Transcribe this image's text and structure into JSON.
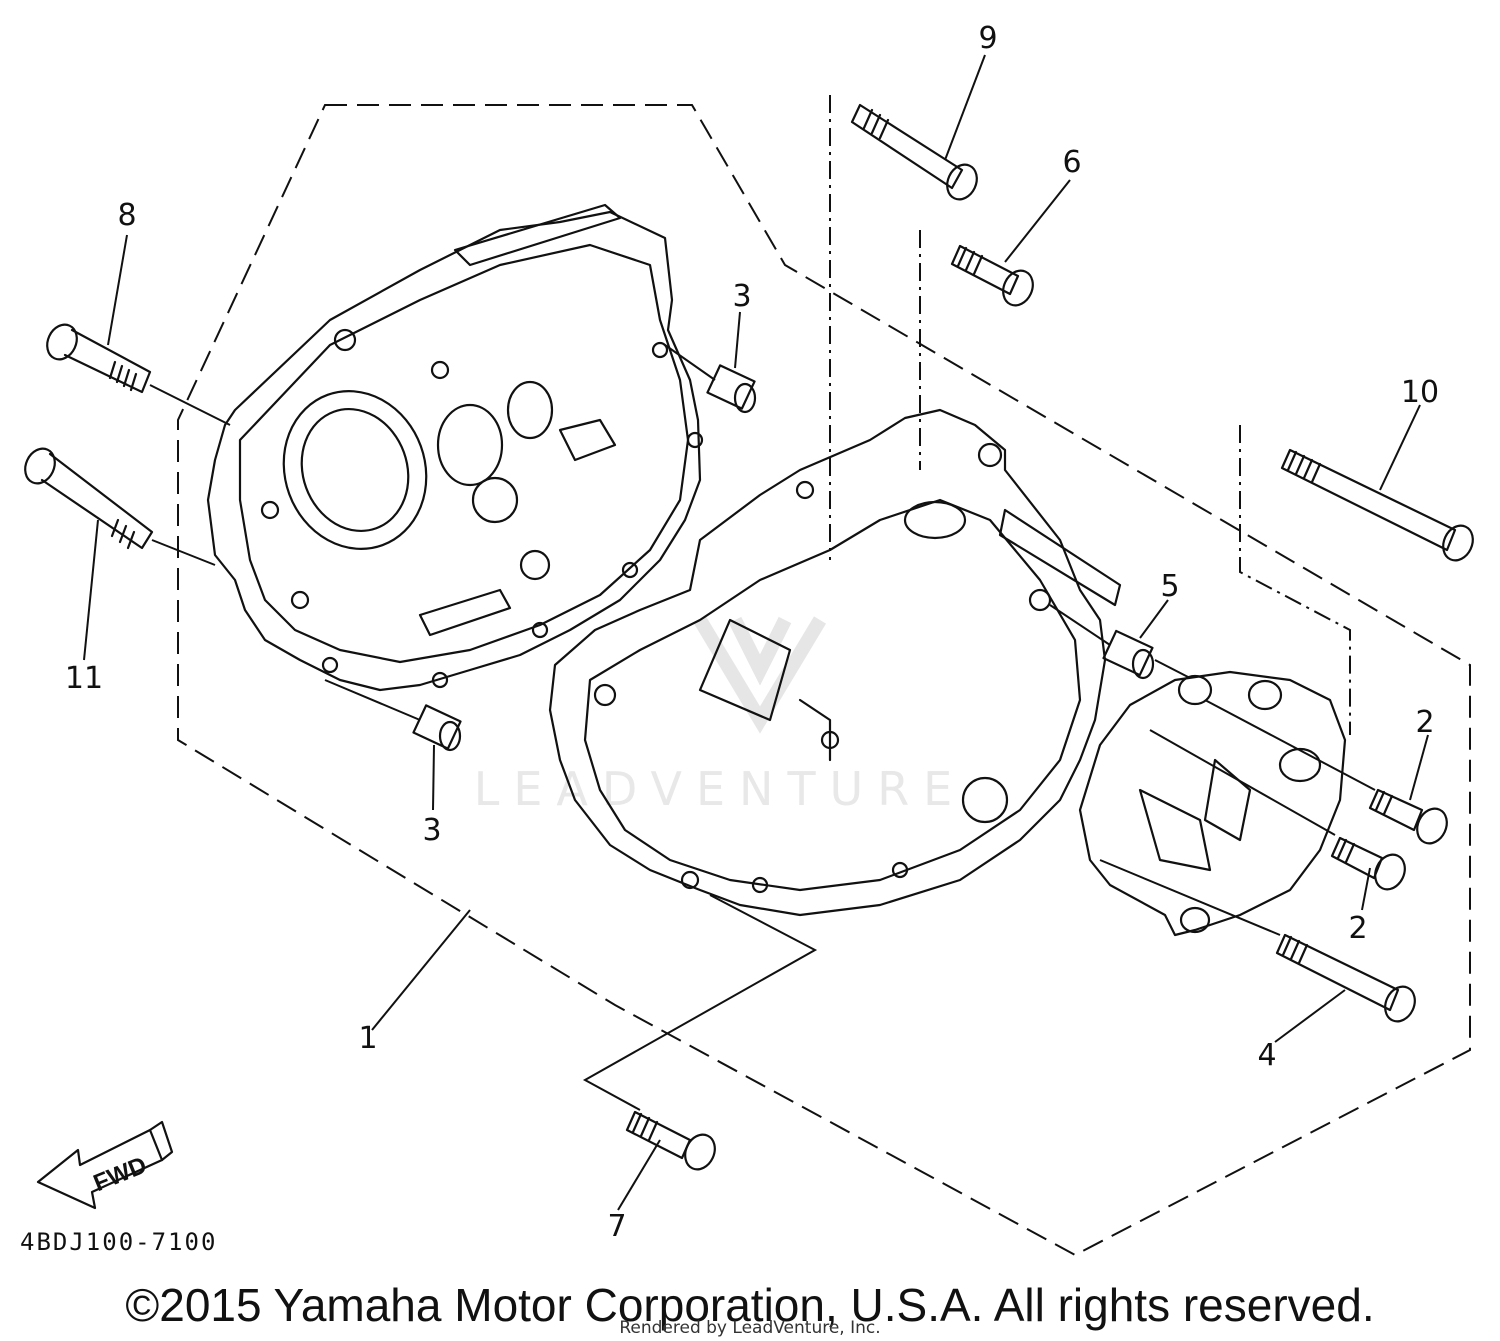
{
  "callouts": [
    "1",
    "2",
    "2",
    "3",
    "3",
    "4",
    "5",
    "6",
    "7",
    "8",
    "9",
    "10",
    "11"
  ],
  "direction_label": "FWD",
  "diagram_code": "4BDJ100-7100",
  "copyright": "©2015 Yamaha Motor Corporation, U.S.A. All rights reserved.",
  "rendered_by": "Rendered by LeadVenture, Inc.",
  "watermark": "LEADVENTURE",
  "icons": {
    "fwd_arrow": "fwd-arrow-icon",
    "watermark_logo": "leadventure-logo-icon"
  }
}
